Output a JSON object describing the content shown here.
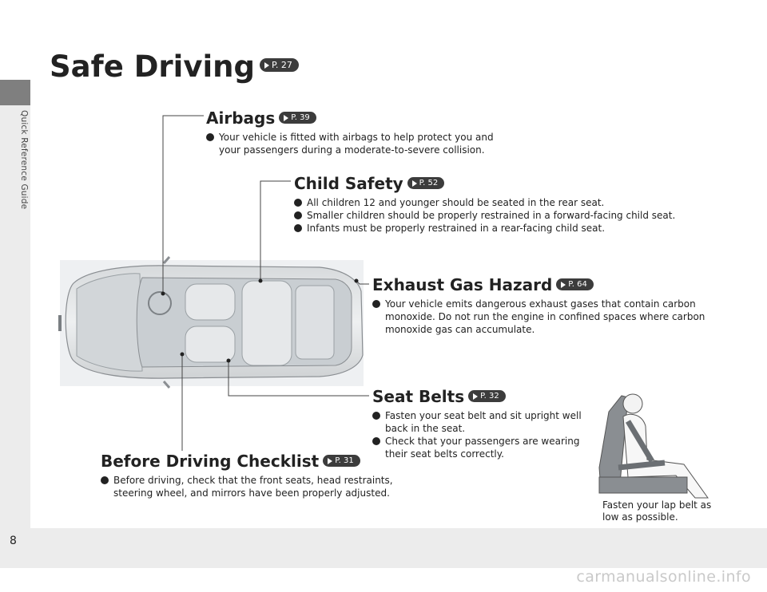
{
  "side_tab": "Quick Reference Guide",
  "page_number": "8",
  "watermark": "carmanualsonline.info",
  "title": {
    "text": "Safe Driving",
    "ref": "P. 27"
  },
  "sections": {
    "airbags": {
      "heading": "Airbags",
      "ref": "P. 39",
      "bullets": [
        "Your vehicle is fitted with airbags to help protect you and your passengers during a moderate-to-severe collision."
      ]
    },
    "child_safety": {
      "heading": "Child Safety",
      "ref": "P. 52",
      "bullets": [
        "All children 12 and younger should be seated in the rear seat.",
        "Smaller children should be properly restrained in a forward-facing child seat.",
        "Infants must be properly restrained in a rear-facing child seat."
      ]
    },
    "exhaust": {
      "heading": "Exhaust Gas Hazard",
      "ref": "P. 64",
      "bullets": [
        "Your vehicle emits dangerous exhaust gases that contain carbon monoxide. Do not run the engine in confined spaces where carbon monoxide gas can accumulate."
      ]
    },
    "seat_belts": {
      "heading": "Seat Belts",
      "ref": "P. 32",
      "bullets": [
        "Fasten your seat belt and sit upright well back in the seat.",
        "Check that your passengers are wearing their seat belts correctly."
      ]
    },
    "before_driving": {
      "heading": "Before Driving Checklist",
      "ref": "P. 31",
      "bullets": [
        "Before driving, check that the front seats, head restraints, steering wheel, and mirrors have been properly adjusted."
      ]
    }
  },
  "illustration_caption": "Fasten your lap belt as low as possible."
}
